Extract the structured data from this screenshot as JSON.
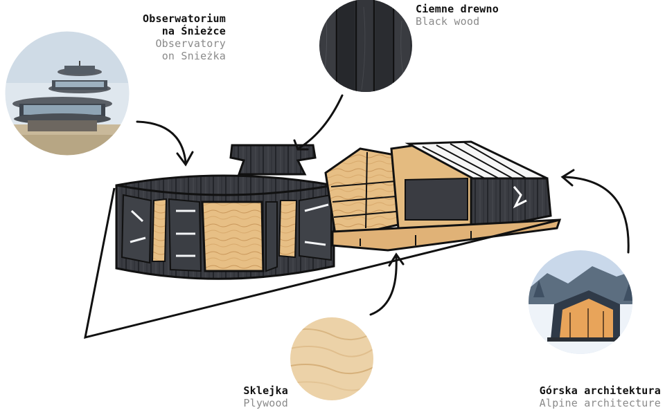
{
  "annotations": [
    {
      "id": "observatory",
      "pl_lines": [
        "Obserwatorium",
        "na Śnieżce"
      ],
      "en_lines": [
        "Observatory",
        "on Snieżka"
      ]
    },
    {
      "id": "black-wood",
      "pl_lines": [
        "Ciemne drewno"
      ],
      "en_lines": [
        "Black wood"
      ]
    },
    {
      "id": "plywood",
      "pl_lines": [
        "Sklejka"
      ],
      "en_lines": [
        "Plywood"
      ]
    },
    {
      "id": "alpine",
      "pl_lines": [
        "Górska architektura"
      ],
      "en_lines": [
        "Alpine architecture"
      ]
    }
  ],
  "colors": {
    "ink": "#111111",
    "muted": "#8a8a8a",
    "blackwood": "#2f3136",
    "plywood": "#e2b57a"
  }
}
